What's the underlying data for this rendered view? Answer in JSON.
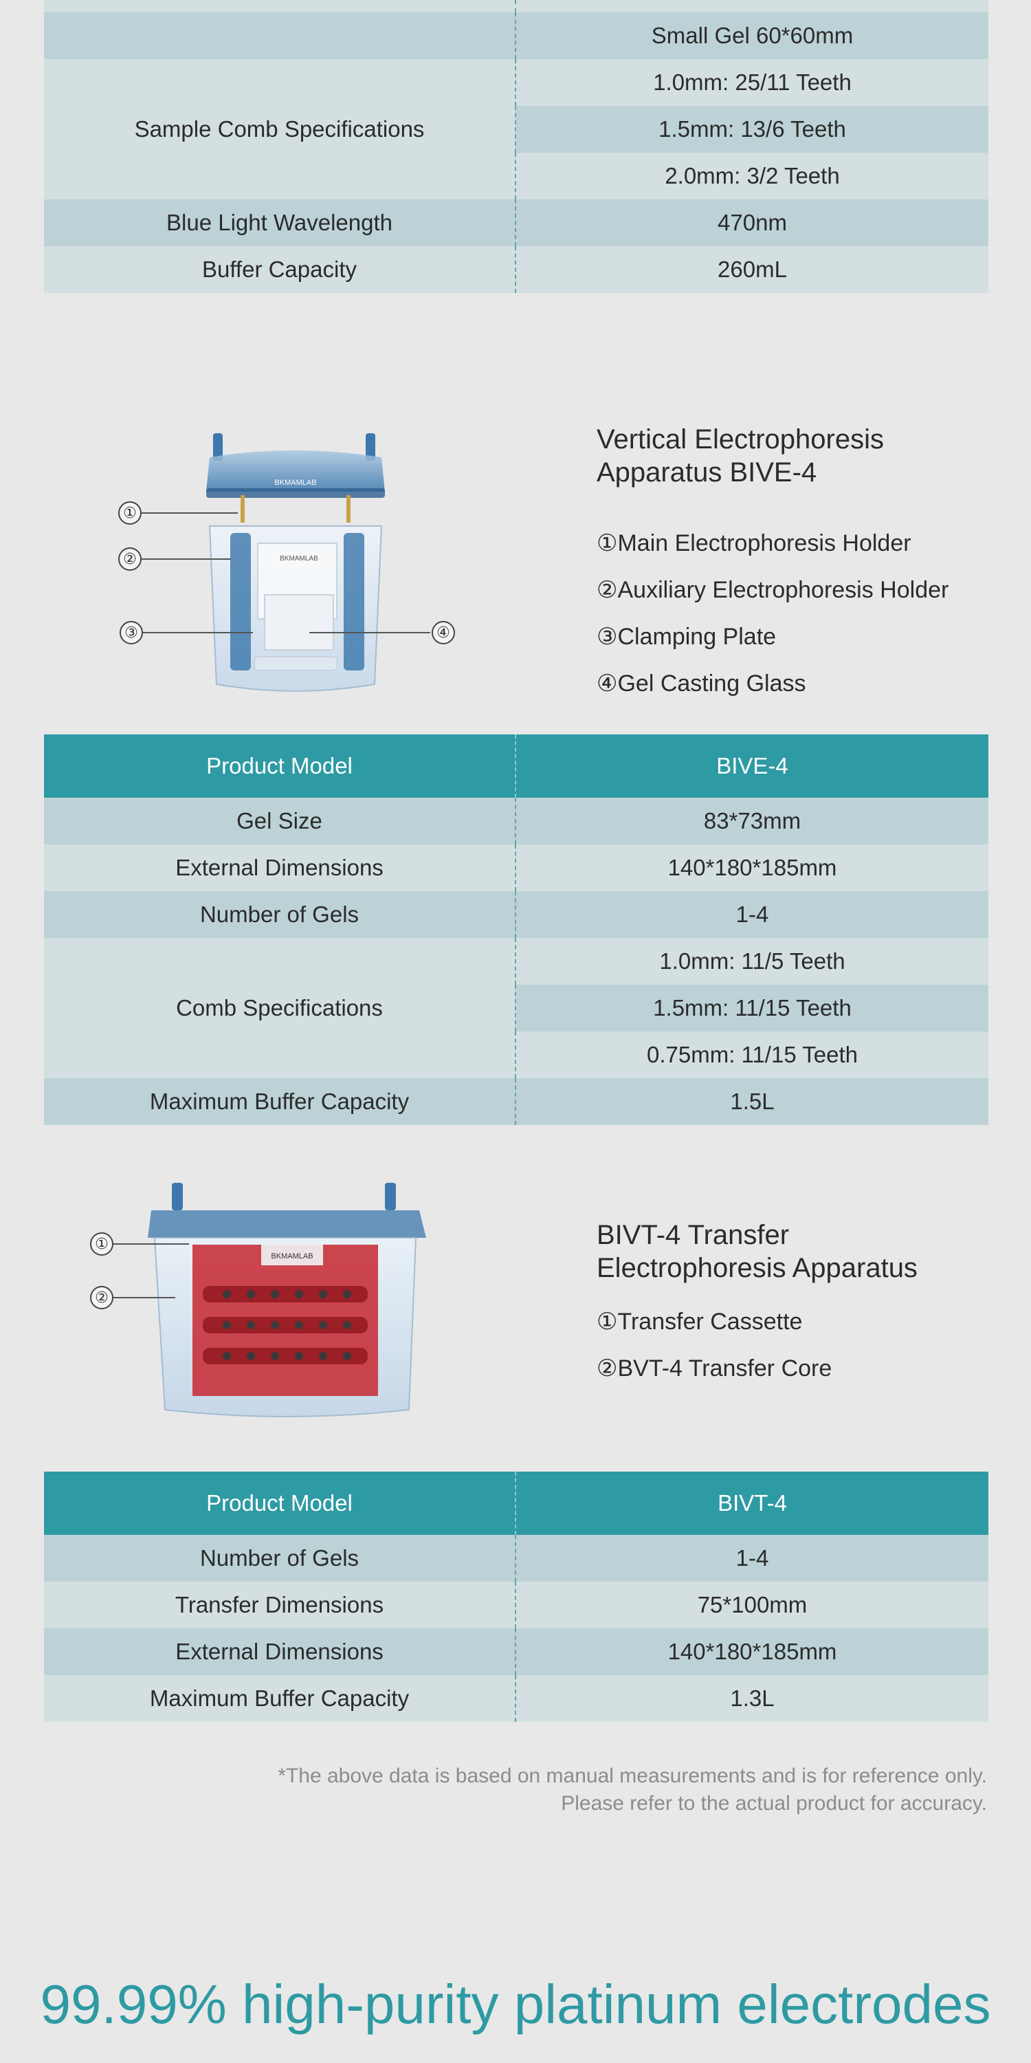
{
  "table1": {
    "rows": [
      {
        "label": "",
        "value": ""
      },
      {
        "label": "",
        "value": "Small Gel 60*60mm"
      },
      {
        "label": "Sample Comb Specifications",
        "values": [
          "1.0mm: 25/11 Teeth",
          "1.5mm: 13/6 Teeth",
          "2.0mm: 3/2 Teeth"
        ]
      },
      {
        "label": "Blue Light Wavelength",
        "value": "470nm"
      },
      {
        "label": "Buffer Capacity",
        "value": "260mL"
      }
    ]
  },
  "product2": {
    "title_line1": "Vertical Electrophoresis",
    "title_line2": "Apparatus BIVE-4",
    "parts": [
      "①Main Electrophoresis Holder",
      "②Auxiliary Electrophoresis Holder",
      "③Clamping Plate",
      "④Gel Casting Glass"
    ],
    "callouts": [
      "①",
      "②",
      "③",
      "④"
    ],
    "brand_mark": "BKMAMLAB"
  },
  "table2": {
    "header": {
      "label": "Product Model",
      "value": "BIVE-4"
    },
    "gel_size": {
      "label": "Gel Size",
      "value": "83*73mm"
    },
    "dimensions": {
      "label": "External Dimensions",
      "value": "140*180*185mm"
    },
    "gels": {
      "label": "Number of Gels",
      "value": "1-4"
    },
    "comb": {
      "label": "Comb Specifications",
      "values": [
        "1.0mm: 11/5 Teeth",
        "1.5mm: 11/15 Teeth",
        "0.75mm: 11/15 Teeth"
      ]
    },
    "buffer": {
      "label": "Maximum Buffer Capacity",
      "value": "1.5L"
    }
  },
  "product3": {
    "title_line1": "BIVT-4 Transfer",
    "title_line2": "Electrophoresis Apparatus",
    "parts": [
      "①Transfer Cassette",
      "②BVT-4 Transfer Core"
    ],
    "callouts": [
      "①",
      "②"
    ],
    "brand_mark": "BKMAMLAB"
  },
  "table3": {
    "header": {
      "label": "Product Model",
      "value": "BIVT-4"
    },
    "gels": {
      "label": "Number of Gels",
      "value": "1-4"
    },
    "transfer": {
      "label": "Transfer Dimensions",
      "value": "75*100mm"
    },
    "dimensions": {
      "label": "External Dimensions",
      "value": "140*180*185mm"
    },
    "buffer": {
      "label": "Maximum Buffer Capacity",
      "value": "1.3L"
    }
  },
  "note": {
    "line1": "*The above data is based on manual measurements and is for reference only.",
    "line2": "Please refer to the actual product for accuracy."
  },
  "headline": "99.99% high-purity platinum electrodes",
  "colors": {
    "accent": "#2e9aa3",
    "row_dark": "#bcd2d6",
    "row_light": "#d3dfe0",
    "background": "#e8e8e8"
  }
}
